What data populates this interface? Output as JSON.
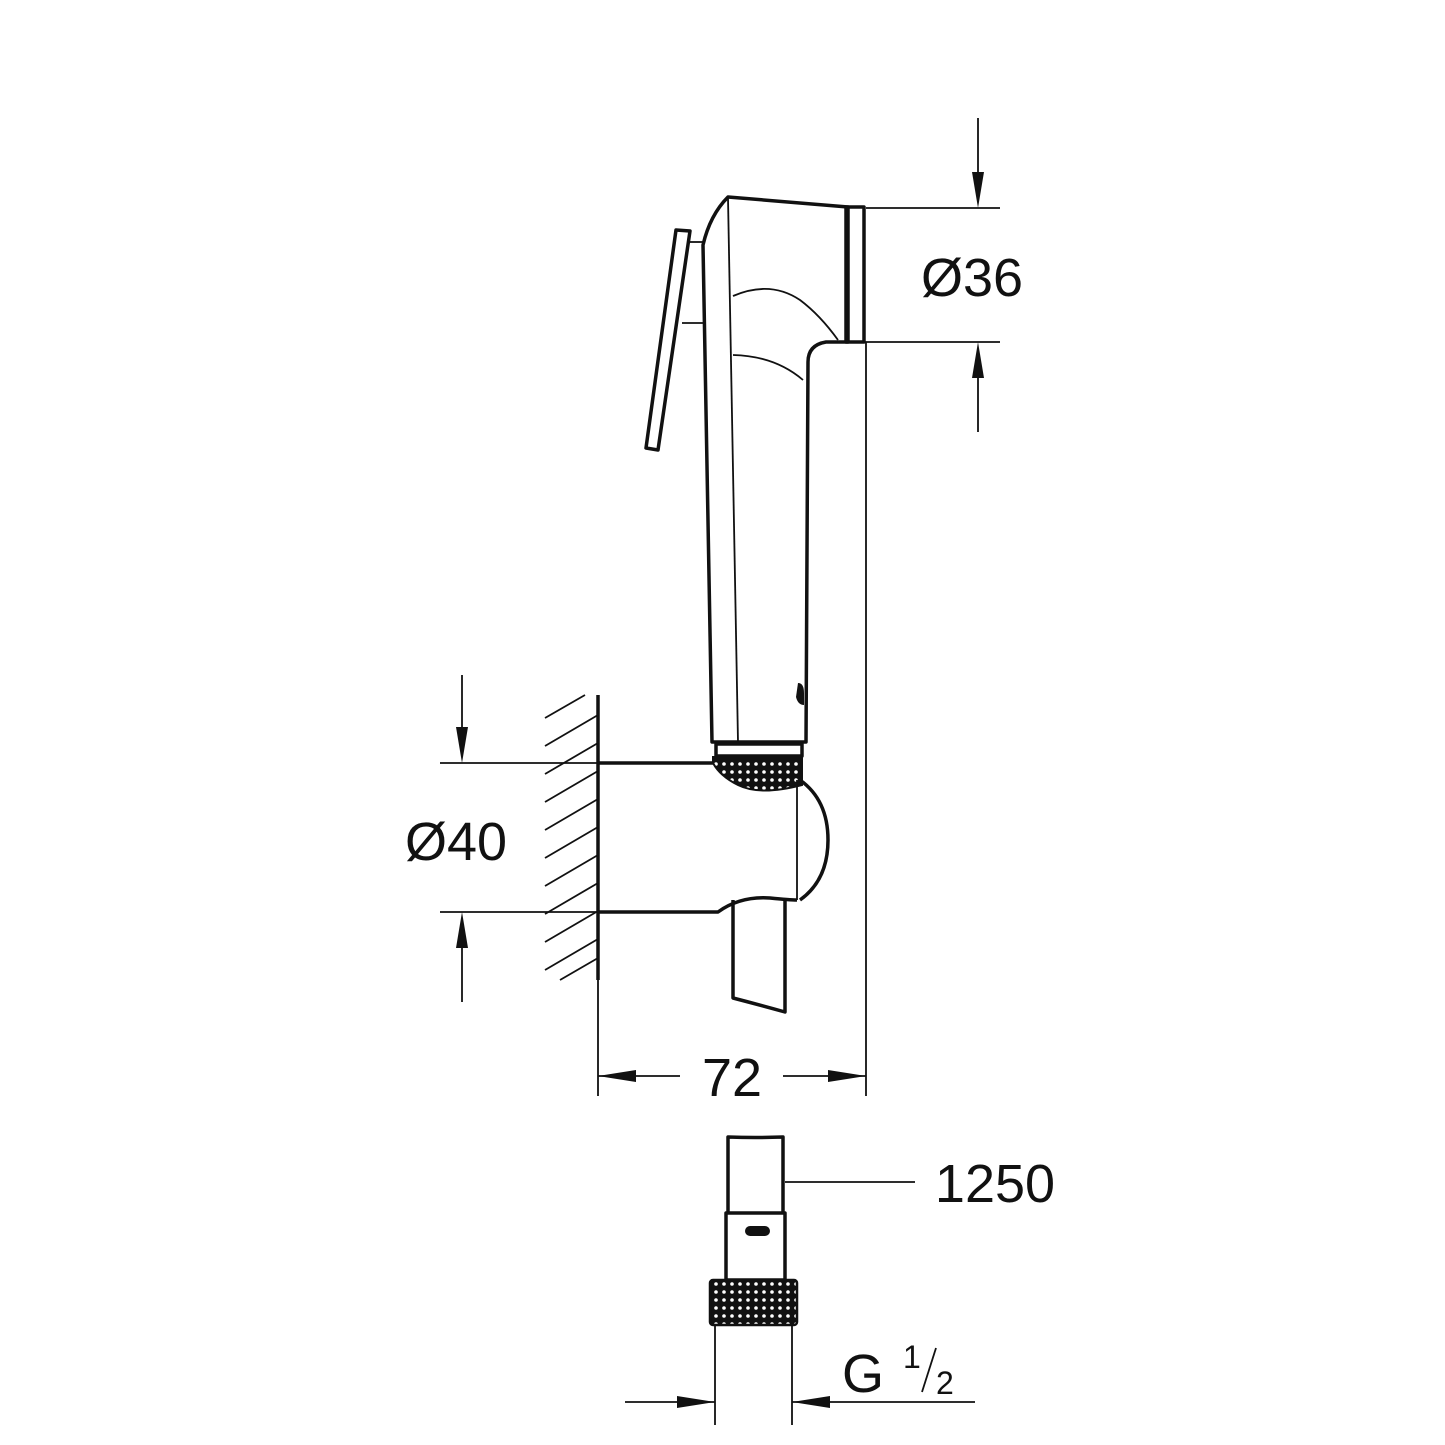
{
  "drawing": {
    "dimensions": {
      "head_diameter": "Ø36",
      "holder_diameter": "Ø40",
      "projection": "72",
      "hose_length": "1250",
      "thread_main": "G",
      "thread_num": "1",
      "thread_den": "2"
    },
    "colors": {
      "ink": "#111111",
      "background": "#ffffff"
    }
  }
}
